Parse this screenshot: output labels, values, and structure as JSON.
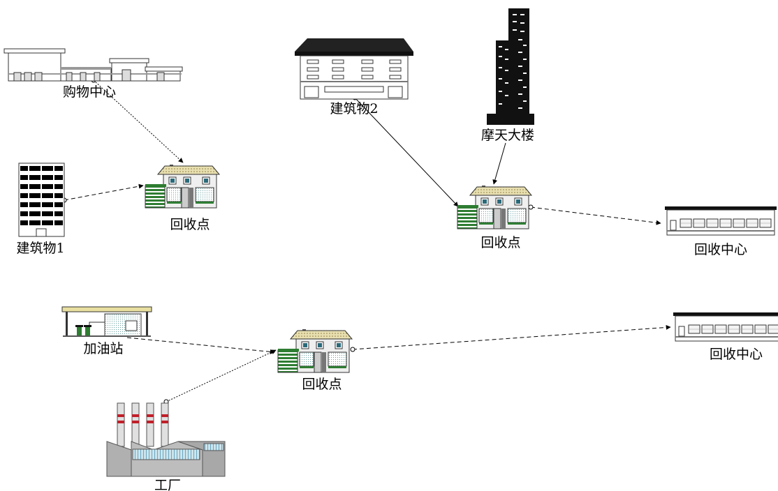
{
  "nodes": {
    "shopping_mall": {
      "label": "购物中心",
      "icon": "shopping-mall-icon"
    },
    "building_1": {
      "label": "建筑物1",
      "icon": "office-building-icon"
    },
    "building_2": {
      "label": "建筑物2",
      "icon": "office-building-icon"
    },
    "skyscraper": {
      "label": "摩天大楼",
      "icon": "skyscraper-icon"
    },
    "recycle_point_1": {
      "label": "回收点",
      "icon": "house-icon"
    },
    "recycle_point_2": {
      "label": "回收点",
      "icon": "house-icon"
    },
    "recycle_point_3": {
      "label": "回收点",
      "icon": "house-icon"
    },
    "recycle_center_1": {
      "label": "回收中心",
      "icon": "warehouse-icon"
    },
    "recycle_center_2": {
      "label": "回收中心",
      "icon": "warehouse-icon"
    },
    "gas_station": {
      "label": "加油站",
      "icon": "gas-station-icon"
    },
    "factory": {
      "label": "工厂",
      "icon": "factory-icon"
    }
  },
  "edges": [
    {
      "from": "shopping_mall",
      "to": "recycle_point_1",
      "style": "dotted"
    },
    {
      "from": "building_1",
      "to": "recycle_point_1",
      "style": "dashed"
    },
    {
      "from": "building_2",
      "to": "recycle_point_2",
      "style": "solid"
    },
    {
      "from": "skyscraper",
      "to": "recycle_point_2",
      "style": "solid"
    },
    {
      "from": "recycle_point_2",
      "to": "recycle_center_1",
      "style": "dashed"
    },
    {
      "from": "gas_station",
      "to": "recycle_point_3",
      "style": "dashed"
    },
    {
      "from": "factory",
      "to": "recycle_point_3",
      "style": "dotted"
    },
    {
      "from": "recycle_point_3",
      "to": "recycle_center_2",
      "style": "dashed"
    }
  ]
}
